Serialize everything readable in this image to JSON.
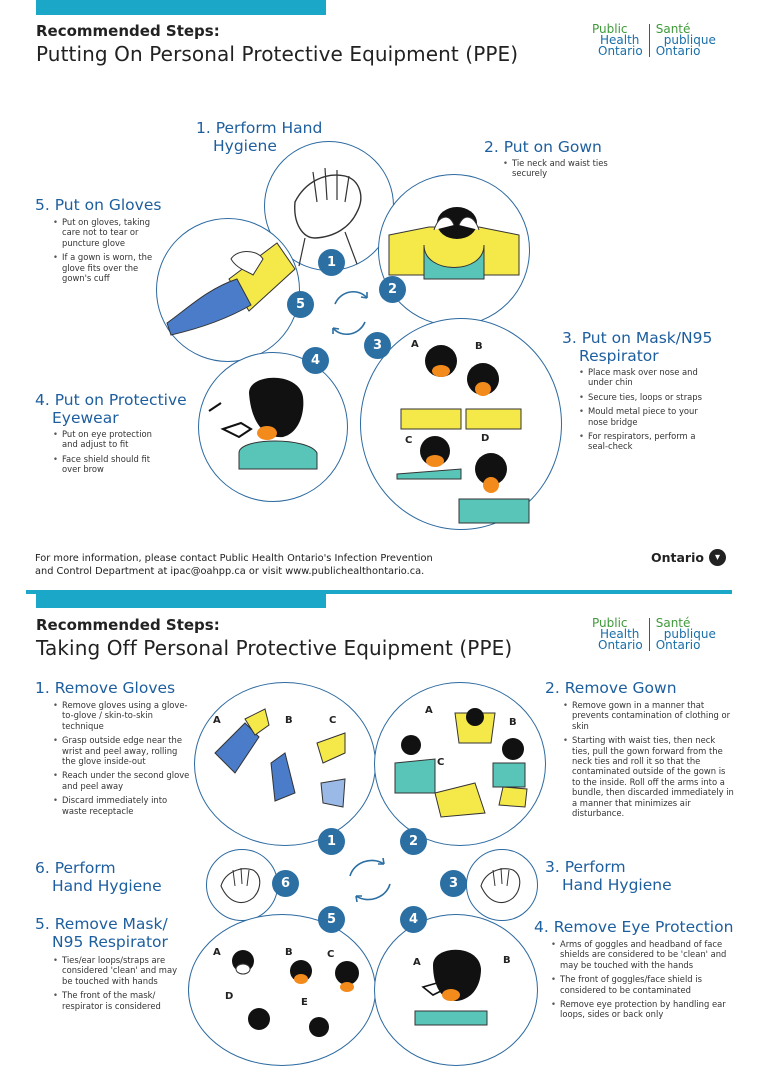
{
  "logo": {
    "en_line1": "Public",
    "en_line2": "Health",
    "en_line3": "Ontario",
    "fr_line1": "Santé",
    "fr_line2": "publique",
    "fr_line3": "Ontario"
  },
  "section_on": {
    "kicker": "Recommended Steps:",
    "title": "Putting On Personal Protective Equipment (PPE)",
    "steps": {
      "s1": {
        "title_l1": "1. Perform Hand",
        "title_l2": "Hygiene",
        "number": "1"
      },
      "s2": {
        "title": "2. Put on Gown",
        "number": "2",
        "bullets": [
          "Tie neck and waist ties securely"
        ]
      },
      "s3": {
        "title_l1": "3. Put on Mask/N95",
        "title_l2": "Respirator",
        "number": "3",
        "bullets": [
          "Place mask over nose and under chin",
          "Secure ties, loops or straps",
          "Mould metal piece to your nose bridge",
          "For respirators, perform a seal-check"
        ],
        "labels": [
          "A",
          "B",
          "C",
          "D"
        ]
      },
      "s4": {
        "title_l1": "4. Put on Protective",
        "title_l2": "Eyewear",
        "number": "4",
        "bullets": [
          "Put on eye protection and adjust to fit",
          "Face shield should fit over brow"
        ]
      },
      "s5": {
        "title": "5. Put on Gloves",
        "number": "5",
        "bullets": [
          "Put on gloves, taking care not to tear or puncture glove",
          "If a gown is worn, the glove fits over the gown's cuff"
        ]
      }
    },
    "footer_l1": "For more information, please contact Public Health Ontario's Infection Prevention",
    "footer_l2": "and Control Department at ipac@oahpp.ca or visit www.publichealthontario.ca.",
    "ontario": "Ontario"
  },
  "section_off": {
    "kicker": "Recommended Steps:",
    "title": "Taking Off Personal Protective Equipment (PPE)",
    "steps": {
      "s1": {
        "title": "1. Remove Gloves",
        "number": "1",
        "bullets": [
          "Remove gloves using a glove-to-glove / skin-to-skin technique",
          "Grasp outside edge near the wrist and peel away, rolling the glove inside-out",
          "Reach under the second glove and peel away",
          "Discard immediately into waste receptacle"
        ],
        "labels": [
          "A",
          "B",
          "C"
        ]
      },
      "s2": {
        "title": "2. Remove Gown",
        "number": "2",
        "bullets": [
          "Remove gown in a manner that prevents contamination of clothing or skin",
          "Starting with waist ties, then neck ties, pull the gown forward from the neck ties and roll it so that the contaminated outside of the gown is to the inside. Roll off the arms into a bundle, then discarded immediately in a manner that minimizes air disturbance."
        ],
        "labels": [
          "A",
          "B",
          "C"
        ]
      },
      "s3": {
        "title_l1": "3. Perform",
        "title_l2": "Hand Hygiene",
        "number": "3"
      },
      "s4": {
        "title": "4. Remove Eye Protection",
        "number": "4",
        "bullets": [
          "Arms of goggles and headband of face shields are considered to be 'clean' and may be touched with the hands",
          "The front of goggles/face shield is considered to be contaminated",
          "Remove eye protection by handling ear loops, sides or back only"
        ],
        "labels": [
          "A",
          "B"
        ]
      },
      "s5": {
        "title_l1": "5. Remove Mask/",
        "title_l2": "N95 Respirator",
        "number": "5",
        "bullets": [
          "Ties/ear loops/straps are considered 'clean' and may be touched with hands",
          "The front of the mask/ respirator is considered"
        ],
        "labels": [
          "A",
          "B",
          "C",
          "D",
          "E"
        ]
      },
      "s6": {
        "title_l1": "6. Perform",
        "title_l2": "Hand Hygiene",
        "number": "6"
      }
    }
  }
}
